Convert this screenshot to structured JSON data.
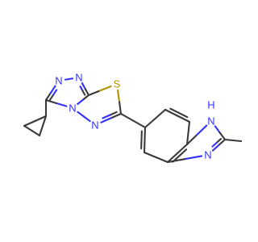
{
  "molecule": {
    "colors": {
      "carbon_bond": "#3a3a3a",
      "nitrogen": "#3333ff",
      "sulfur": "#b29100",
      "background": "#ffffff"
    },
    "atoms": [
      {
        "id": "cp1",
        "element": "C"
      },
      {
        "id": "cp2",
        "element": "C"
      },
      {
        "id": "cp3",
        "element": "C"
      },
      {
        "id": "c3",
        "element": "C"
      },
      {
        "id": "n_top_left",
        "element": "N",
        "label": "N"
      },
      {
        "id": "n_top_right",
        "element": "N",
        "label": "N"
      },
      {
        "id": "c_fused",
        "element": "C"
      },
      {
        "id": "s1",
        "element": "S",
        "label": "S"
      },
      {
        "id": "c6",
        "element": "C"
      },
      {
        "id": "n_thiadiazole",
        "element": "N",
        "label": "N"
      },
      {
        "id": "n_bridge",
        "element": "N",
        "label": "N"
      },
      {
        "id": "benz_c5",
        "element": "C"
      },
      {
        "id": "benz_c4",
        "element": "C"
      },
      {
        "id": "benz_c3a",
        "element": "C"
      },
      {
        "id": "benz_c7a",
        "element": "C"
      },
      {
        "id": "benz_c7",
        "element": "C"
      },
      {
        "id": "benz_c6",
        "element": "C"
      },
      {
        "id": "n_h",
        "element": "N",
        "label": "N",
        "h_label": "H"
      },
      {
        "id": "c2_imid",
        "element": "C"
      },
      {
        "id": "n_imid",
        "element": "N",
        "label": "N"
      },
      {
        "id": "methyl",
        "element": "C"
      }
    ]
  }
}
